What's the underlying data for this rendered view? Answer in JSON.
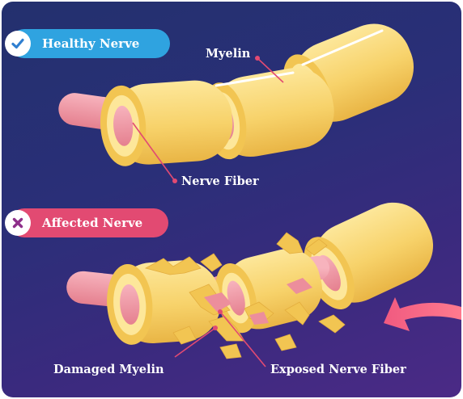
{
  "healthy": {
    "title": "Healthy Nerve",
    "badge_icon": "check-icon",
    "color": "#2fa3e0"
  },
  "affected": {
    "title": "Affected Nerve",
    "badge_icon": "cross-icon",
    "color": "#e24a72"
  },
  "labels": {
    "myelin": "Myelin",
    "nerve_fiber": "Nerve Fiber",
    "damaged_myelin": "Damaged Myelin",
    "exposed_nerve_fiber": "Exposed Nerve Fiber"
  },
  "colors": {
    "background_start": "#23306e",
    "background_end": "#4b2a86",
    "myelin": "#f7d26a",
    "nerve_fiber": "#f39aa8",
    "arrow": "#ef4f76",
    "leader_line": "#e24a72"
  },
  "arrow_icon": "arrow-right-icon"
}
